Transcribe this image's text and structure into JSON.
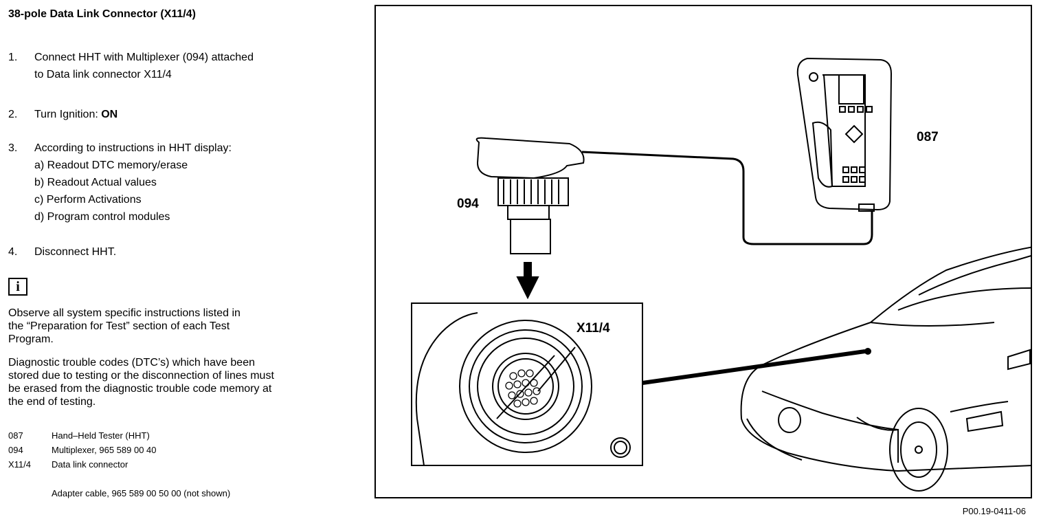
{
  "title": "38-pole Data Link Connector (X11/4)",
  "steps": [
    {
      "num": "1.",
      "lines": [
        "Connect HHT with Multiplexer (094) attached",
        "to Data link connector X11/4"
      ]
    },
    {
      "num": "2.",
      "text": "Turn Ignition: ",
      "bold": "ON"
    },
    {
      "num": "3.",
      "lines": [
        "According to instructions in HHT display:",
        "a)  Readout DTC memory/erase",
        "b)  Readout Actual values",
        "c)   Perform Activations",
        "d)  Program control modules"
      ]
    },
    {
      "num": "4.",
      "lines": [
        "Disconnect HHT."
      ]
    }
  ],
  "info_icon": "info-icon",
  "note1_lines": [
    "Observe all system specific instructions listed in",
    "the “Preparation for Test” section of each Test",
    "Program."
  ],
  "note2_lines": [
    "Diagnostic trouble codes (DTC’s) which have been",
    "stored due to testing or the disconnection of lines must",
    "be erased from the diagnostic trouble code memory at",
    "the end of testing."
  ],
  "legend": [
    {
      "code": "087",
      "desc": "Hand–Held Tester (HHT)"
    },
    {
      "code": "094",
      "desc": "Multiplexer, 965 589 00 40"
    },
    {
      "code": "X11/4",
      "desc": "Data link connector"
    }
  ],
  "adapter": "Adapter cable, 965 589 00 50 00 (not shown)",
  "figure": {
    "label_087": "087",
    "label_094": "094",
    "label_x114": "X11/4",
    "ref": "P00.19-0411-06"
  }
}
